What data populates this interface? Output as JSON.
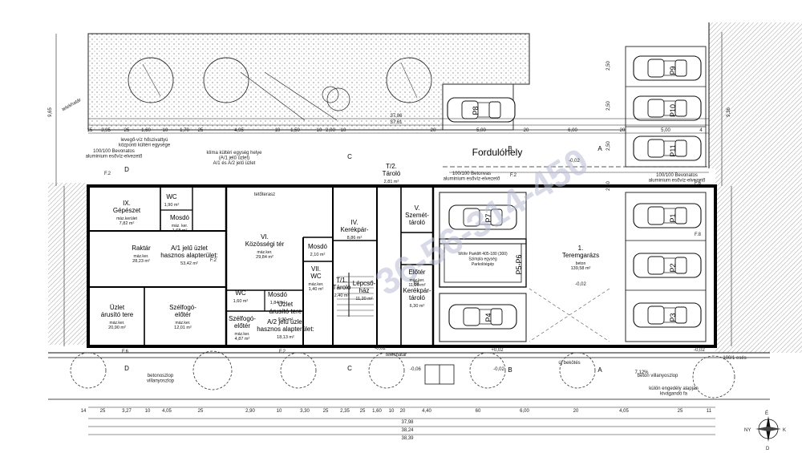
{
  "top_dims": {
    "total1": "37,86",
    "total2": "37,61",
    "left_side": "9,65",
    "right_side": "9,36",
    "right_col": [
      "2,50",
      "2,50",
      "2,50",
      "2,50"
    ]
  },
  "top_segments": [
    "15",
    "3,95",
    "25",
    "1,60",
    "10",
    "1,70",
    "25",
    "4,95",
    "10",
    "1,50",
    "10",
    "2,00",
    "10",
    "20",
    "5,00",
    "20",
    "6,00",
    "20",
    "5,00",
    "4"
  ],
  "bottom_dims": {
    "segments": [
      "14",
      "25",
      "3,27",
      "10",
      "4,05",
      "25",
      "2,90",
      "10",
      "3,30",
      "25",
      "2,35",
      "25",
      "1,60",
      "10",
      "20",
      "4,40",
      "60",
      "6,00",
      "20",
      "4,05",
      "25",
      "11"
    ],
    "total1": "37,98",
    "total2": "38,24",
    "total3": "38,39",
    "right_note": "100/1 esés",
    "slope": "7,12%"
  },
  "notes": {
    "telekhatar_top": "telekhatár",
    "telekhatar_bottom": "telekhatár",
    "vent_note": "levegő-víz hőszivattyú\nközponti kültéri egysége",
    "beton_note": "100/100 Bevonatos\naluminium esővíz-elvezető",
    "klima_note": "klíma kültéri egység helye\n(A/1 jelű üzlet)\nA/1 és A/2 jelű üzlet",
    "fordulohely": "Fordulóhely",
    "beton_top_right": "100/100 Bevonatos\naluminium esővíz-elvezető",
    "beton_mid": "100/100 Betonvas\naluminium esővíz-elvezető",
    "villanyoszlop_left": "betonoszlop\nvillanyoszlop",
    "villanyoszlop_right": "beton villanyoszlop",
    "kulon_note": "külön engedély alapján\nkivágandó fa",
    "uj_bekotes": "új bekötés",
    "teto": "tetőterasz"
  },
  "rooms": [
    {
      "id": "IX",
      "num": "IX.",
      "name": "Gépészet",
      "sub": "máz.kerület",
      "area": "7,82 m²"
    },
    {
      "id": "WC1",
      "num": "",
      "name": "WC",
      "sub": "",
      "area": "1,90 m²"
    },
    {
      "id": "mosdo1",
      "num": "",
      "name": "Mosdó",
      "sub": "máz. ker.",
      "area": "1,68 m²"
    },
    {
      "id": "raktar",
      "num": "",
      "name": "Raktár",
      "sub": "máz.ker.",
      "area": "28,23 m²"
    },
    {
      "id": "a1",
      "num": "",
      "name": "A/1 jelű üzlet\nhasznos alapterület:",
      "sub": "",
      "area": "53,42 m²"
    },
    {
      "id": "uzlet1",
      "num": "",
      "name": "Üzlet\nárusító tere",
      "sub": "máz.ker.",
      "area": "20,90 m²"
    },
    {
      "id": "szelfogo1",
      "num": "",
      "name": "Szélfogó-\nelőtér",
      "sub": "máz.ker.",
      "area": "12,01 m²"
    },
    {
      "id": "VI",
      "num": "VI.",
      "name": "Közösségi tér",
      "sub": "máz.ker.",
      "area": "29,84 m²"
    },
    {
      "id": "mosdo2",
      "num": "",
      "name": "Mosdó",
      "sub": "",
      "area": "2,10 m²"
    },
    {
      "id": "VII",
      "num": "VII.",
      "name": "WC",
      "sub": "máz.ker.",
      "area": "1,40 m²"
    },
    {
      "id": "WC2",
      "num": "",
      "name": "WC",
      "sub": "",
      "area": "1,60 m²"
    },
    {
      "id": "mosdo3",
      "num": "",
      "name": "Mosdó",
      "sub": "",
      "area": "1,84 m²"
    },
    {
      "id": "uzlet2",
      "num": "",
      "name": "Üzlet\nárusító tere",
      "sub": "",
      "area": "9,90 m²"
    },
    {
      "id": "a2",
      "num": "",
      "name": "A/2 jelű üzlet\nhasznos alapterület:",
      "sub": "",
      "area": "18,13 m²"
    },
    {
      "id": "szelfogo2",
      "num": "",
      "name": "Szélfogó-\nelőtér",
      "sub": "máz.ker.",
      "area": "4,87 m²"
    },
    {
      "id": "tarolo2",
      "num": "",
      "name": "T/2.\nTároló",
      "sub": "",
      "area": "2,81 m²"
    },
    {
      "id": "IV",
      "num": "IV.",
      "name": "Kerékpár-",
      "sub": "",
      "area": "8,86 m²"
    },
    {
      "id": "tarolo1",
      "num": "",
      "name": "T/1.\nTároló",
      "sub": "",
      "area": "2,40 m²"
    },
    {
      "id": "lepcso",
      "num": "",
      "name": "Lépcső-\nház",
      "sub": "",
      "area": "11,20 m²"
    },
    {
      "id": "V",
      "num": "V.",
      "name": "Szemét-\ntároló",
      "sub": "",
      "area": ""
    },
    {
      "id": "eloter",
      "num": "",
      "name": "Előtér",
      "sub": "máz.ker.",
      "area": "11,20 m²"
    },
    {
      "id": "III",
      "num": "III.",
      "name": "Kerékpár-\ntároló",
      "sub": "",
      "area": "6,30 m²"
    },
    {
      "id": "garazs",
      "num": "1.",
      "name": "Teremgarázs",
      "sub": "beton",
      "area": "139,58 m²"
    },
    {
      "id": "parklift",
      "num": "",
      "name": "Wöhr Parklift 405-180 (300)\nSzimpla egység\nParkolóégép",
      "sub": "",
      "area": ""
    }
  ],
  "parking": [
    "P8",
    "P9",
    "P10",
    "P11",
    "P1",
    "P2",
    "P3",
    "P4",
    "P5-P6",
    "P7"
  ],
  "sections": [
    "A",
    "A",
    "B",
    "B",
    "C",
    "C",
    "D",
    "D"
  ],
  "level_marks": [
    "-0,02",
    "-0,02",
    "-0,02",
    "-0,06",
    "-0,02",
    "-0,02",
    "+0,02"
  ],
  "fnotes": [
    "F.2",
    "F.2",
    "F.8",
    "F.6",
    "F.6",
    "F.2",
    "F.2"
  ],
  "watermark": "36-56-314-450",
  "compass": {
    "n": "É",
    "e": "K",
    "s": "D",
    "w": "NY"
  }
}
